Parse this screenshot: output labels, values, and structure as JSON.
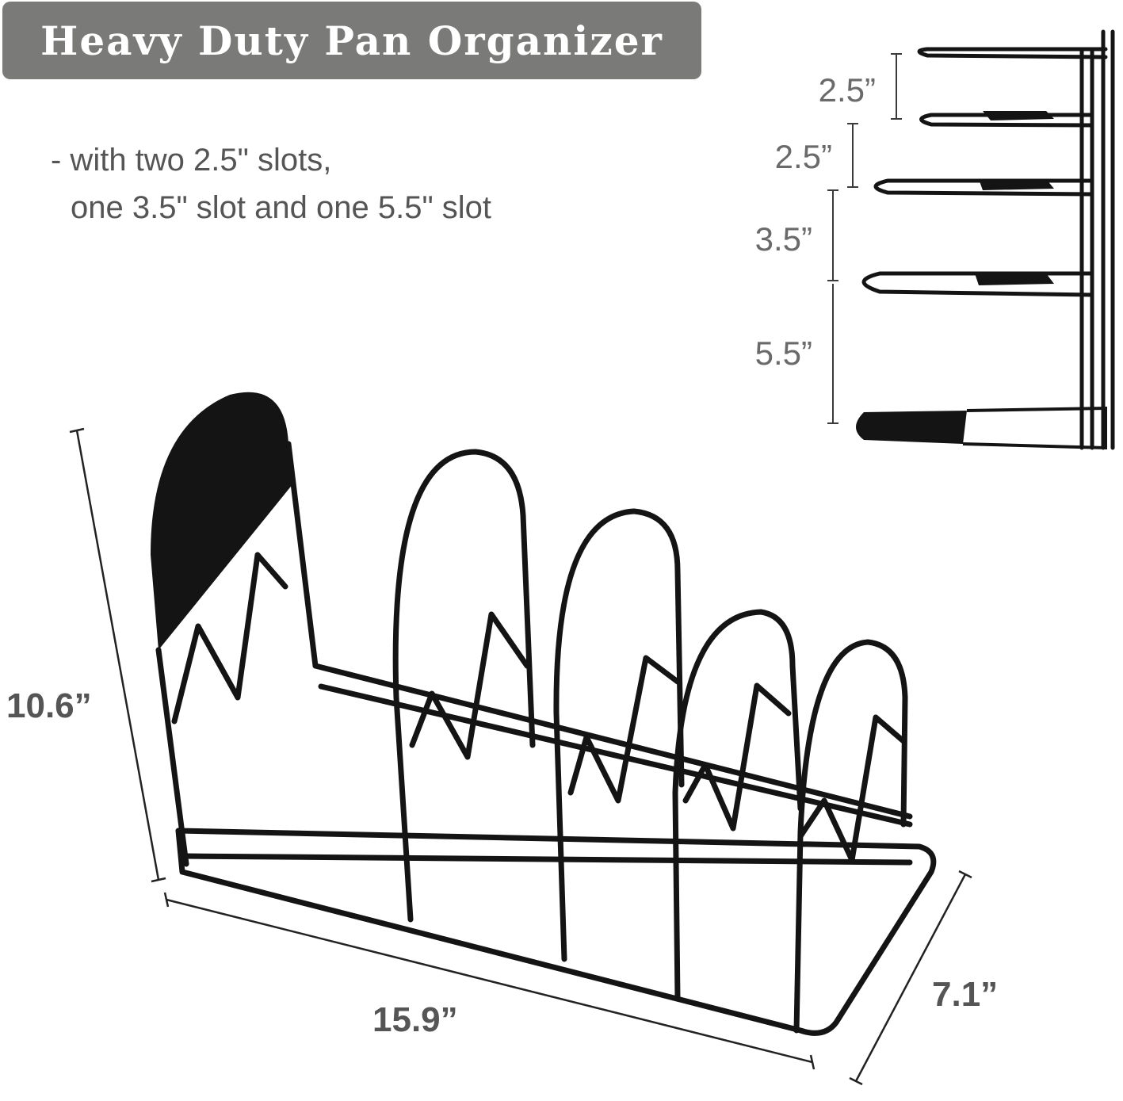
{
  "title": "Heavy Duty Pan Organizer",
  "subtitle": {
    "line1": "- with two 2.5\" slots,",
    "line2": "one 3.5\" slot and one 5.5\" slot"
  },
  "side_view": {
    "gaps": [
      "2.5”",
      "2.5”",
      "3.5”",
      "5.5”"
    ]
  },
  "dimensions": {
    "height": "10.6”",
    "length": "15.9”",
    "width": "7.1”"
  },
  "colors": {
    "banner": "#7a7a79",
    "rack": "#141414",
    "dim_text": "#555555"
  }
}
